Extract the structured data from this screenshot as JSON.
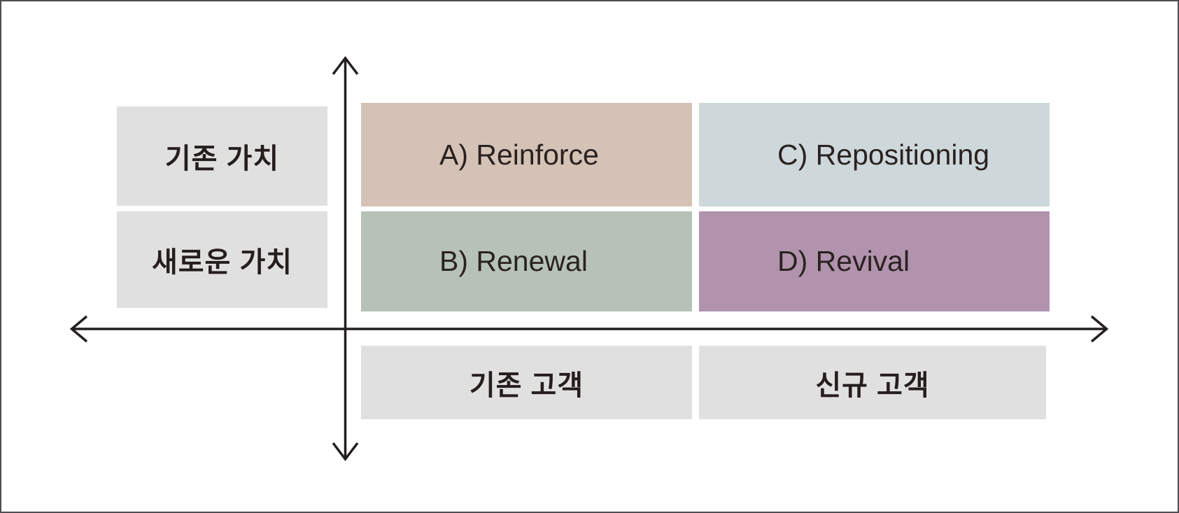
{
  "matrix": {
    "row_labels": [
      {
        "label": "기존 가치"
      },
      {
        "label": "새로운 가치"
      }
    ],
    "col_labels": [
      {
        "label": "기존 고객"
      },
      {
        "label": "신규 고객"
      }
    ],
    "quadrants": [
      {
        "key": "A",
        "label": "A) Reinforce",
        "bg": "#d5c2b6"
      },
      {
        "key": "C",
        "label": "C) Repositioning",
        "bg": "#ced8db"
      },
      {
        "key": "B",
        "label": "B) Renewal",
        "bg": "#b6c2b8"
      },
      {
        "key": "D",
        "label": "D) Revival",
        "bg": "#b193ae"
      }
    ],
    "colors": {
      "label_box_bg": "#e1e0e0",
      "axis": "#231f20",
      "text": "#241e1d",
      "frame_border": "#4f4f51",
      "background": "#ffffff"
    }
  }
}
